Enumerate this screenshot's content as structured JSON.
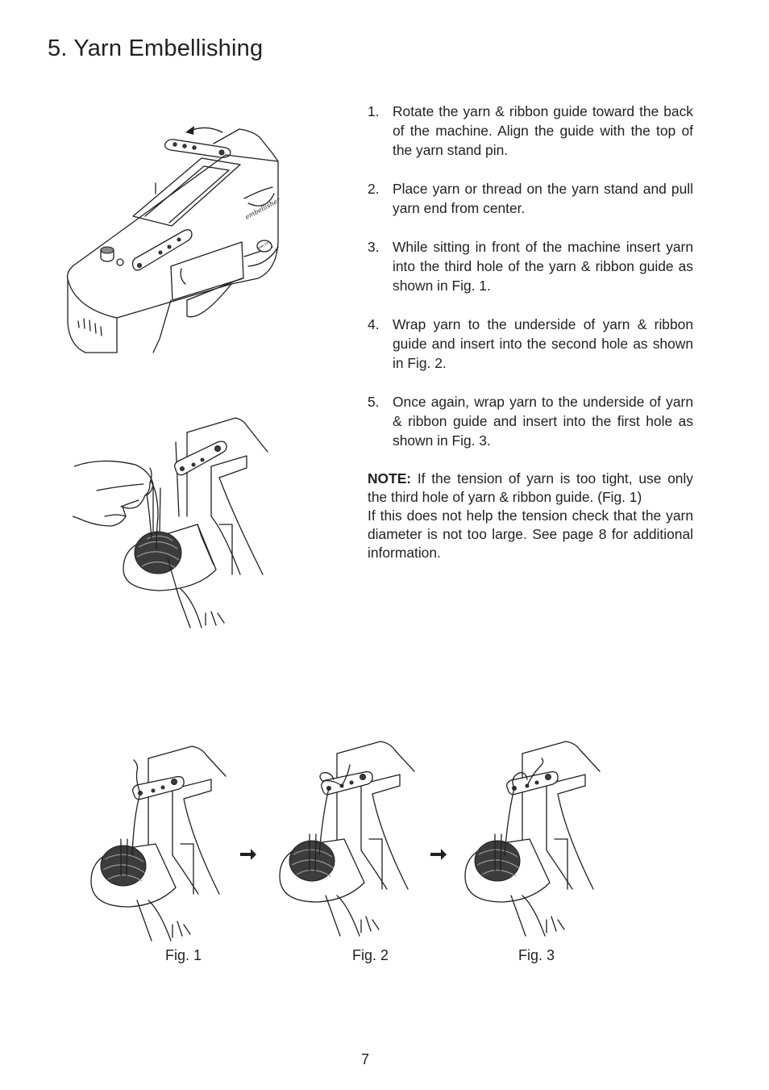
{
  "heading": "5. Yarn Embellishing",
  "steps": [
    {
      "num": "1.",
      "text": "Rotate the yarn & ribbon guide toward the back of the machine.  Align the guide with the top of the yarn stand pin."
    },
    {
      "num": "2.",
      "text": "Place yarn or thread on the yarn stand and pull yarn end from center."
    },
    {
      "num": "3.",
      "text": "While sitting in front of the machine insert yarn into the third hole of the yarn & ribbon guide as shown in Fig. 1."
    },
    {
      "num": "4.",
      "text": "Wrap yarn to the underside of yarn & ribbon guide and insert into the second hole as shown in Fig. 2."
    },
    {
      "num": "5.",
      "text": "Once again, wrap yarn to the underside of yarn & ribbon guide and insert into the first hole as shown in Fig. 3."
    }
  ],
  "note": {
    "label": "NOTE:",
    "text1": " If the tension of yarn is too tight,  use only the third hole of yarn & ribbon guide. (Fig. 1)",
    "text2": "If this does not help the tension check that the yarn diameter is not too large. See page 8 for additional information."
  },
  "machine_label": "embellisher",
  "machine_badge": "baby lock",
  "figures": {
    "fig1": "Fig. 1",
    "fig2": "Fig. 2",
    "fig3": "Fig. 3"
  },
  "page_number": "7"
}
